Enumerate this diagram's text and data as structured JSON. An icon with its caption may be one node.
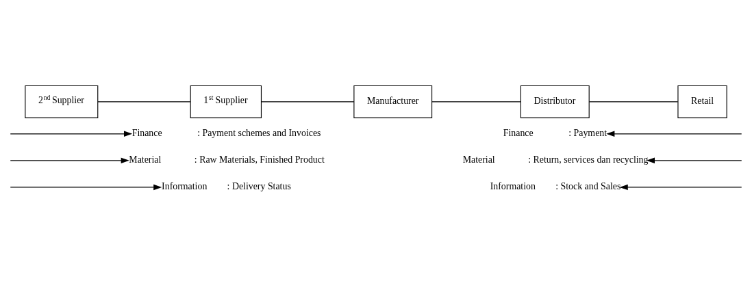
{
  "diagram": {
    "nodes": [
      {
        "text": [
          "Finance"
        ],
        "beside": [
          ": Payment schemes and Invoices"
        ]
      },
      {
        "text": [
          "Material"
        ],
        "beside": [
          ": Raw Materials, Finished Product"
        ]
      },
      {
        "text": [
          "Information"
        ],
        "beside": [
          ": Delivery Status"
        ]
      },
      {
        "text": [
          "2$^{nd}$ Supplier"
        ]
      },
      {
        "text": [
          "1$^{st}$ Supplier"
        ]
      },
      {
        "text": [
          "Manufacturer"
        ]
      },
      {
        "text": [
          "Distributor"
        ]
      },
      {
        "text": [
          "Retail"
        ]
      },
      {
        "text": [
          "Finance"
        ],
        "beside": [
          ": Payment"
        ]
      },
      {
        "text": [
          "Material"
        ],
        "beside": [
          ": Return, services dan recycling"
        ]
      },
      {
        "text": [
          "Information"
        ],
        "beside": [
          ": Stock and Sales"
        ]
      }
    ],
    "edges": [
      {
        "from": null,
        "to": 0,
        "arrow": "to"
      },
      {
        "from": null,
        "to": 1,
        "arrow": "to"
      },
      {
        "from": null,
        "to": 2,
        "arrow": "to"
      },
      {
        "from": 3,
        "to": 4,
        "arrow": "none"
      },
      {
        "from": 4,
        "to": 5,
        "arrow": "none"
      },
      {
        "from": 5,
        "to": 6,
        "arrow": "none"
      },
      {
        "from": 6,
        "to": 7,
        "arrow": "none"
      },
      {
        "from": null,
        "to": 8,
        "arrow": "to"
      },
      {
        "from": null,
        "to": 9,
        "arrow": "to"
      },
      {
        "from": null,
        "to": 10,
        "arrow": "to"
      }
    ]
  }
}
